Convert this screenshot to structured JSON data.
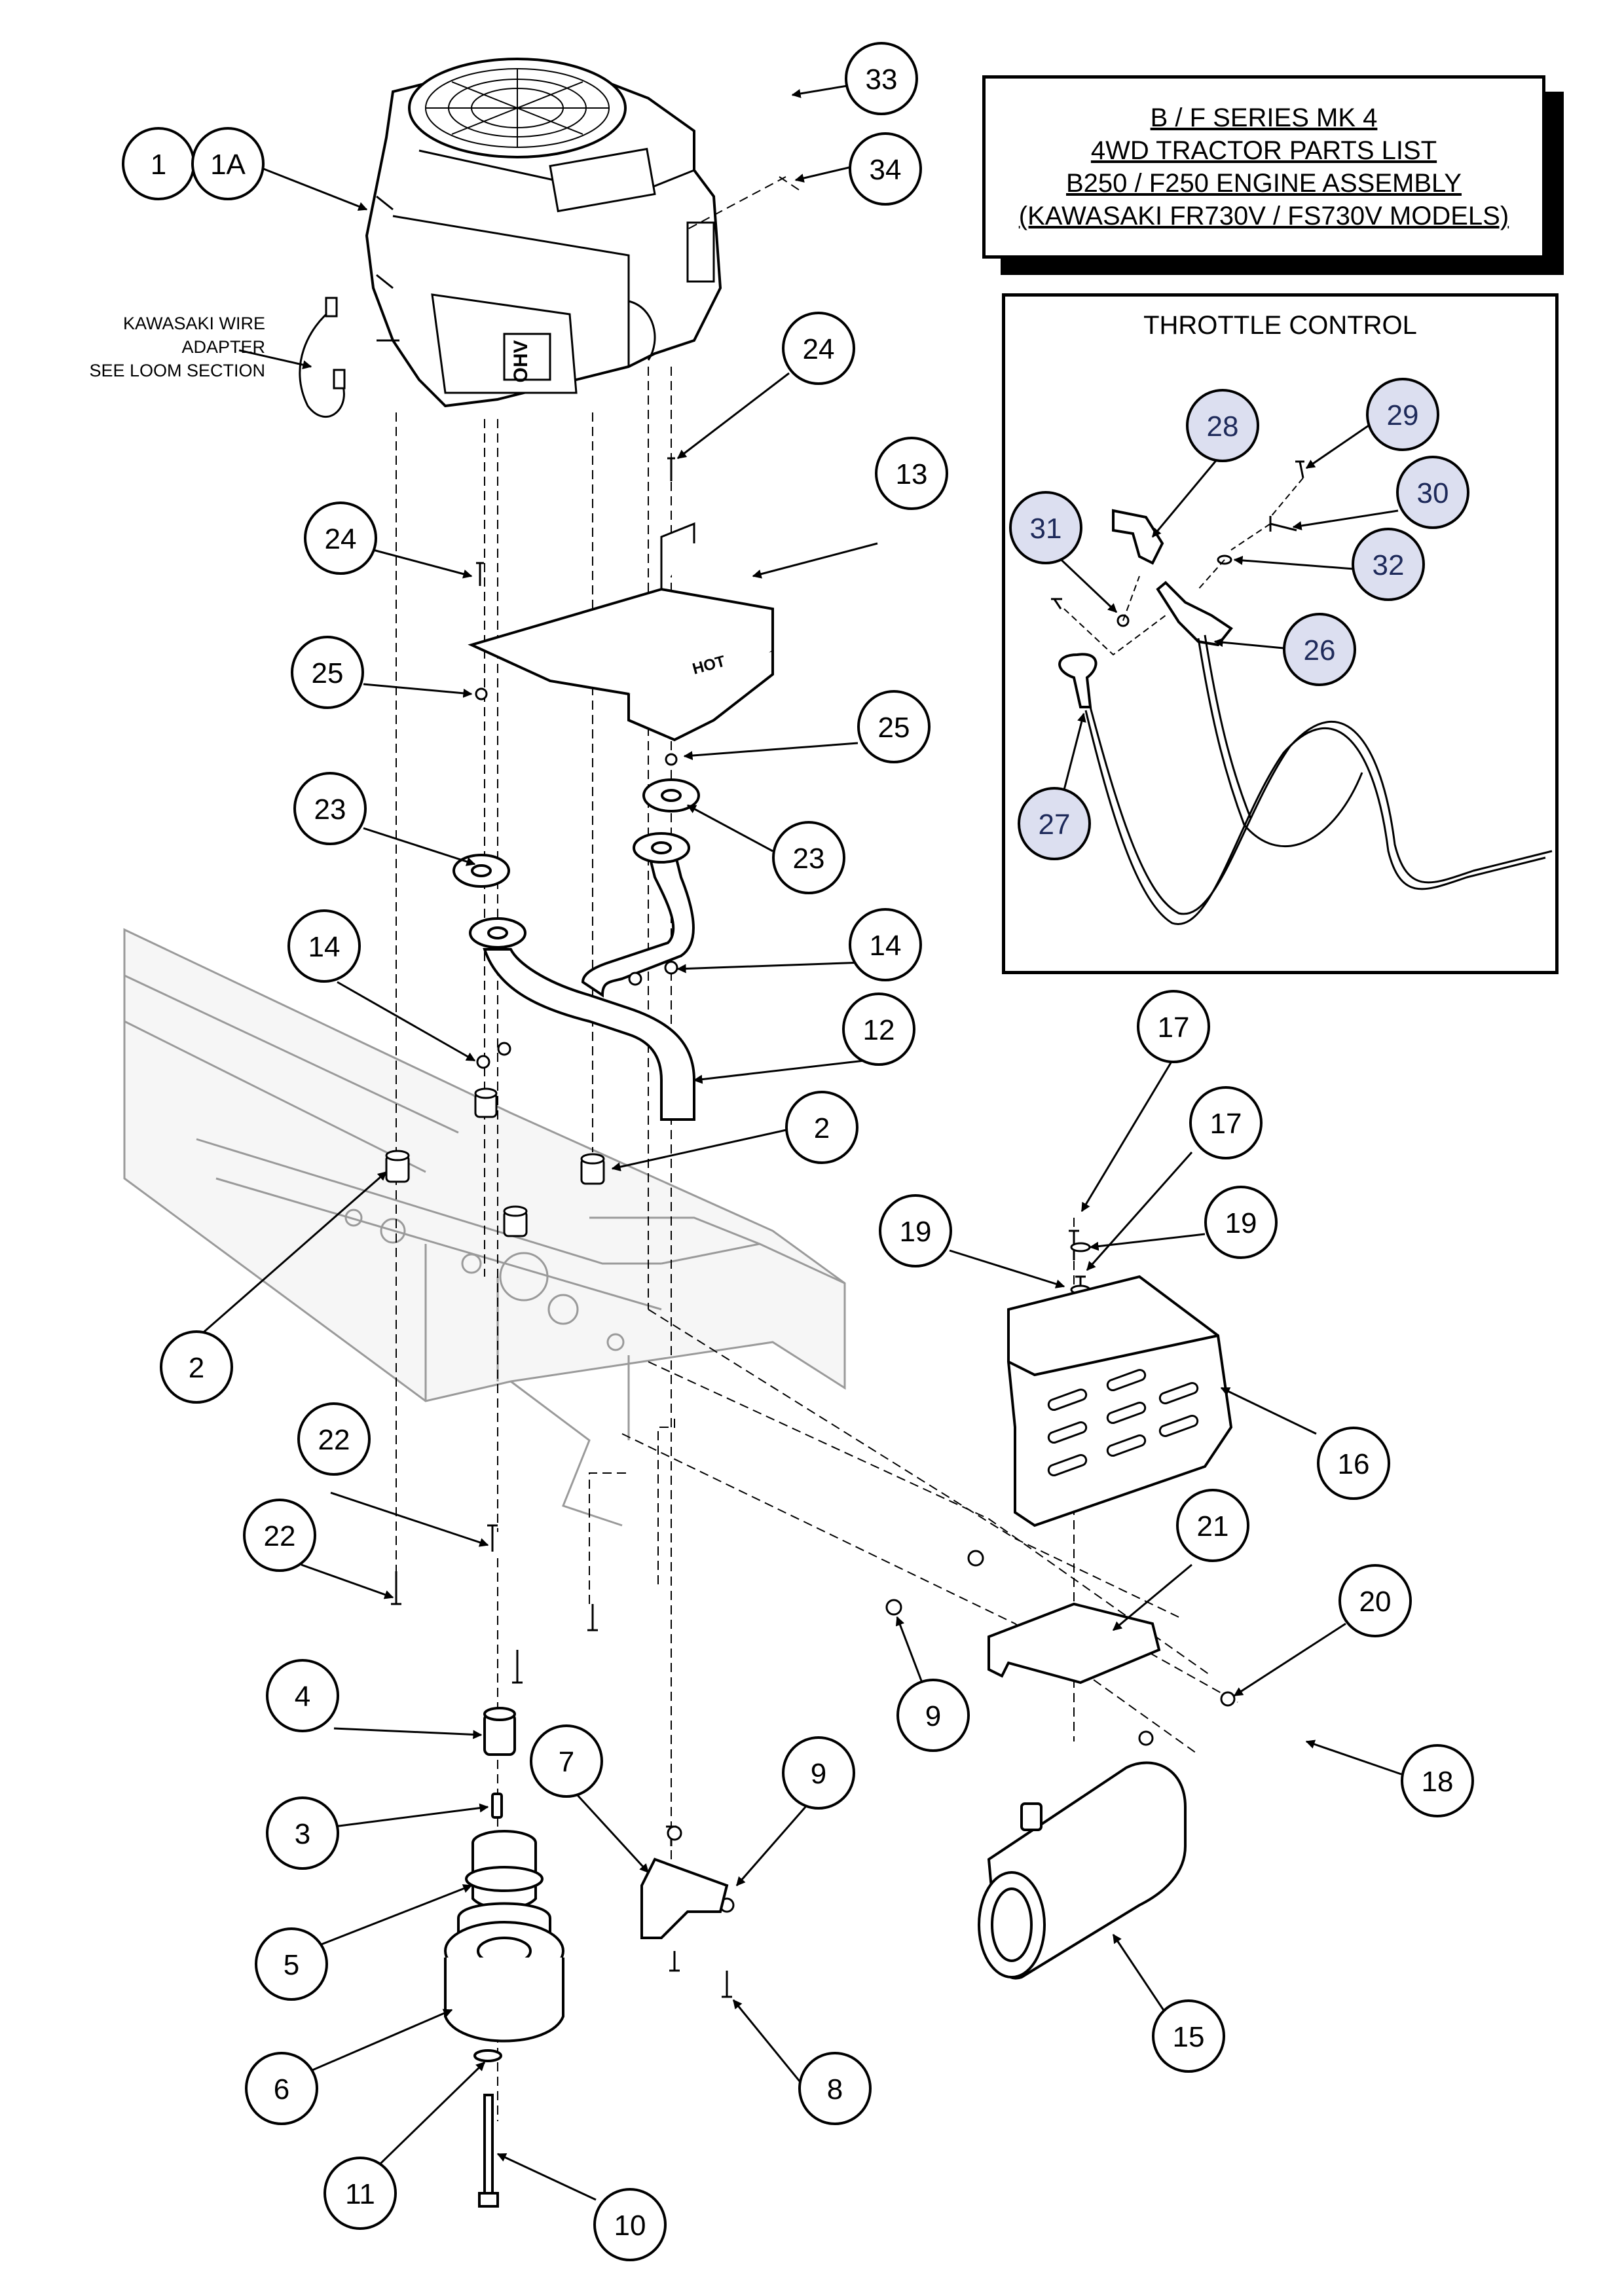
{
  "title": {
    "line1": "B / F SERIES MK 4",
    "line2": "4WD TRACTOR PARTS LIST",
    "line3": "B250 / F250 ENGINE ASSEMBLY",
    "line4": "(KAWASAKI FR730V / FS730V MODELS)"
  },
  "inset": {
    "title": "THROTTLE CONTROL"
  },
  "note": {
    "line1": "KAWASAKI WIRE ADAPTER",
    "line2": "SEE LOOM SECTION"
  },
  "engine_decals": {
    "hot": "HOT",
    "ohv": "OHV"
  },
  "callouts": [
    "1",
    "1A",
    "33",
    "34",
    "24",
    "13",
    "24",
    "25",
    "25",
    "23",
    "23",
    "14",
    "14",
    "12",
    "2",
    "2",
    "17",
    "17",
    "19",
    "19",
    "16",
    "21",
    "20",
    "22",
    "22",
    "4",
    "9",
    "18",
    "3",
    "7",
    "9",
    "5",
    "6",
    "15",
    "8",
    "11",
    "10",
    "28",
    "29",
    "30",
    "31",
    "32",
    "26",
    "27"
  ]
}
